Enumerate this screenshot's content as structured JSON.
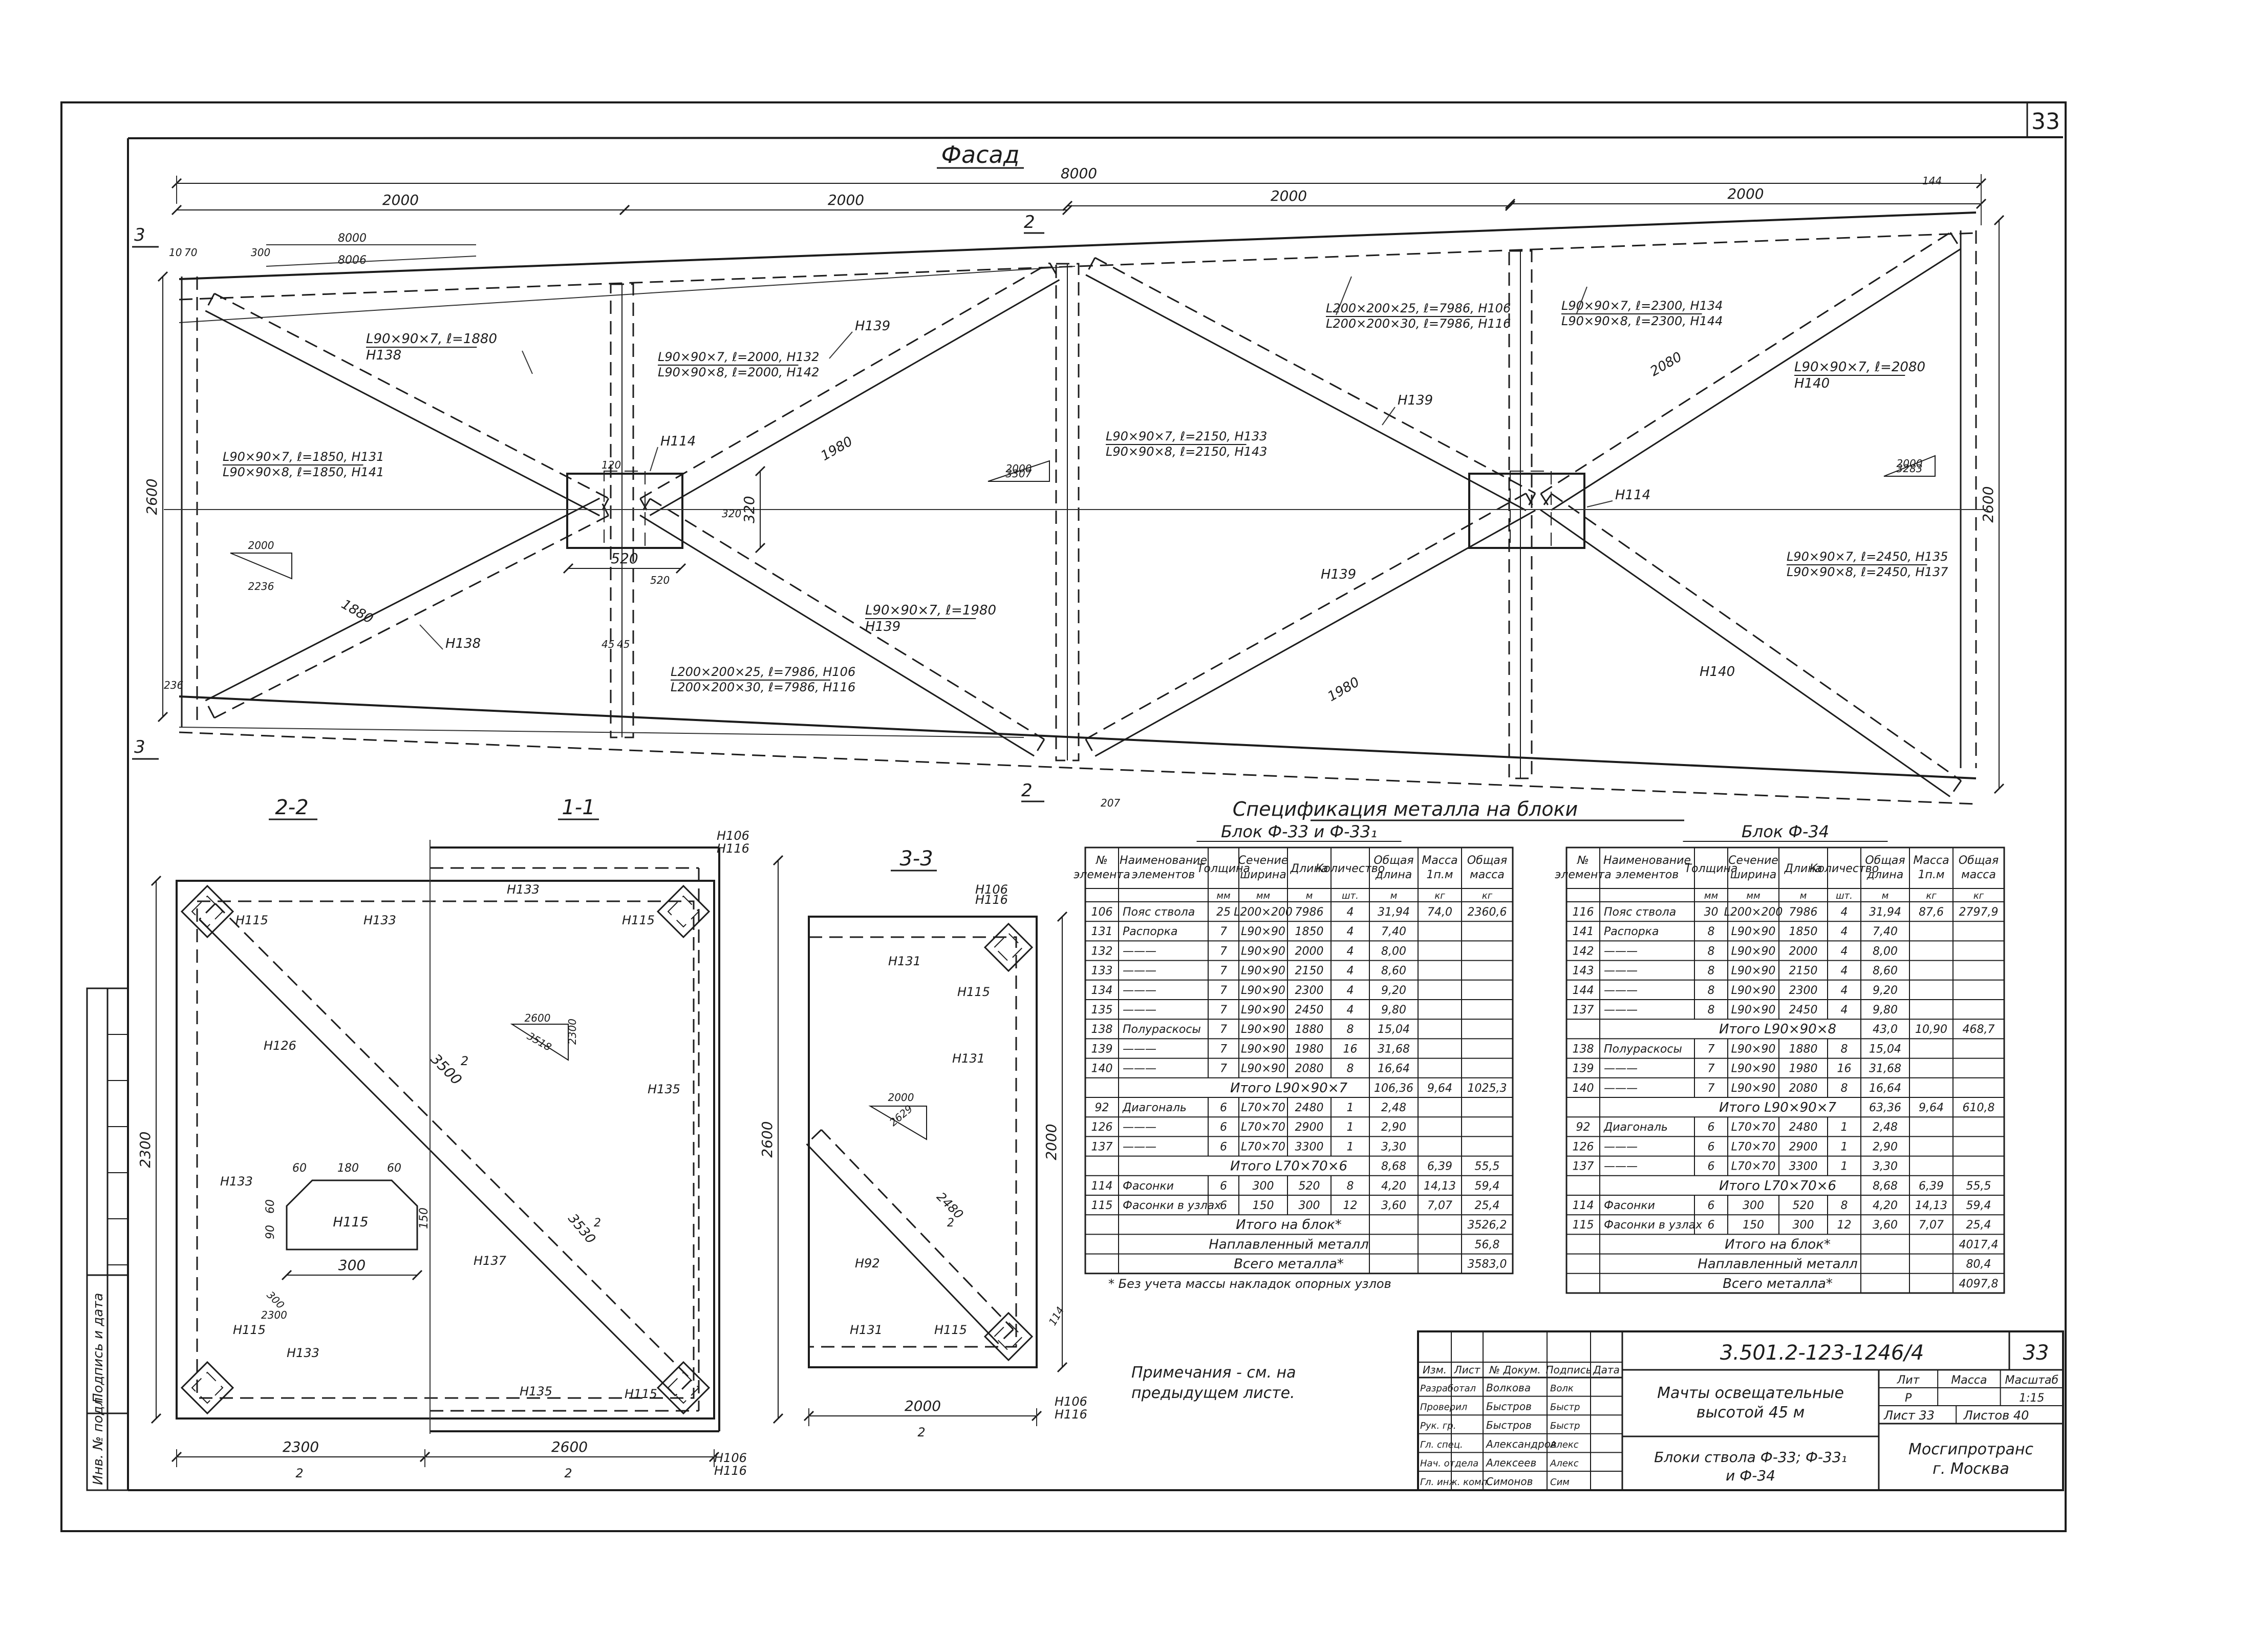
{
  "sheet": {
    "number": "33"
  },
  "facade": {
    "title": "Фасад",
    "total_width": "8000",
    "segments": [
      "2000",
      "2000",
      "2000",
      "2000"
    ],
    "height": "2600",
    "section_marks": [
      "2",
      "3"
    ],
    "top_offsets": [
      "8000",
      "8006"
    ],
    "small_dims": [
      "10",
      "70",
      "120",
      "320",
      "520",
      "236",
      "207",
      "45",
      "45",
      "144",
      "300"
    ],
    "callouts": {
      "chord_top": [
        "L200×200×25, ℓ=7986, Н106",
        "L200×200×30, ℓ=7986, Н116"
      ],
      "chord_bottom": [
        "L200×200×25, ℓ=7986, Н106",
        "L200×200×30, ℓ=7986, Н116"
      ],
      "p138": [
        "L90×90×7, ℓ=1880",
        "Н138"
      ],
      "p132": [
        "L90×90×7, ℓ=2000, Н132",
        "L90×90×8, ℓ=2000, Н142"
      ],
      "p131": [
        "L90×90×7, ℓ=1850, Н131",
        "L90×90×8, ℓ=1850, Н141"
      ],
      "p133": [
        "L90×90×7, ℓ=2150, Н133",
        "L90×90×8, ℓ=2150, Н143"
      ],
      "p139": [
        "L90×90×7, ℓ=1980",
        "Н139"
      ],
      "p134": [
        "L90×90×7, ℓ=2300, Н134",
        "L90×90×8, ℓ=2300, Н144"
      ],
      "p140": [
        "L90×90×7, ℓ=2080",
        "Н140"
      ],
      "p135": [
        "L90×90×7, ℓ=2450, Н135",
        "L90×90×8, ℓ=2450, Н137"
      ]
    },
    "labels": [
      "Н114",
      "Н114",
      "Н139",
      "Н139",
      "Н139",
      "Н138",
      "Н140"
    ],
    "diag_lengths": [
      "1880",
      "1980",
      "1980",
      "2080"
    ],
    "slopes": [
      [
        "2000",
        "2236"
      ],
      [
        "3307",
        "2000"
      ],
      [
        "3283",
        "2000"
      ]
    ],
    "node_dims": [
      "520",
      "320",
      "120"
    ]
  },
  "sections": {
    "s22": {
      "title": "2-2",
      "labels": [
        "Н106",
        "Н116",
        "Н115",
        "Н133",
        "Н126",
        "Н133",
        "Н115",
        "Н133",
        "Н135",
        "Н106",
        "Н116",
        "Н115"
      ],
      "dims": [
        "2300",
        "2300",
        "2",
        "2600",
        "2"
      ],
      "diag": [
        "3500",
        "2"
      ],
      "gusset": {
        "title": "Н115",
        "top": [
          "60",
          "180",
          "60"
        ],
        "side": [
          "90",
          "60",
          "150"
        ],
        "bottom": "300",
        "misc": [
          "300",
          "2300"
        ]
      },
      "slope": [
        "2600",
        "3518",
        "2300"
      ]
    },
    "s11": {
      "title": "1-1",
      "labels": [
        "Н133",
        "Н135",
        "Н137",
        "Н115"
      ],
      "dims": [
        "2600"
      ],
      "diag": [
        "3530",
        "2"
      ]
    },
    "s33": {
      "title": "3-3",
      "labels": [
        "Н106",
        "Н116",
        "Н131",
        "Н115",
        "Н131",
        "Н92",
        "Н131",
        "Н115",
        "Н106",
        "Н116"
      ],
      "dims": [
        "2000",
        "2000",
        "2"
      ],
      "diag": [
        "2480",
        "2"
      ],
      "slope": [
        "2000",
        "2629"
      ],
      "misc": [
        "114"
      ]
    }
  },
  "spec": {
    "title": "Спецификация металла на блоки",
    "note": "* Без учета массы накладок опорных узлов",
    "table1": {
      "title": "Блок Ф-33 и Ф-33₁",
      "header": [
        "№ элемента",
        "Наименование элементов",
        "Толщина",
        "Сечение ширина",
        "Длина",
        "Количество",
        "Общая длина",
        "Масса 1п.м",
        "Общая масса"
      ],
      "units": [
        "",
        "",
        "мм",
        "мм",
        "м",
        "шт.",
        "м",
        "кг",
        "кг"
      ],
      "rows": [
        [
          "106",
          "Пояс ствола",
          "25",
          "L200×200",
          "7986",
          "4",
          "31,94",
          "74,0",
          "2360,6"
        ],
        [
          "131",
          "Распорка",
          "7",
          "L90×90",
          "1850",
          "4",
          "7,40",
          "",
          ""
        ],
        [
          "132",
          "———",
          "7",
          "L90×90",
          "2000",
          "4",
          "8,00",
          "",
          ""
        ],
        [
          "133",
          "———",
          "7",
          "L90×90",
          "2150",
          "4",
          "8,60",
          "",
          ""
        ],
        [
          "134",
          "———",
          "7",
          "L90×90",
          "2300",
          "4",
          "9,20",
          "",
          ""
        ],
        [
          "135",
          "———",
          "7",
          "L90×90",
          "2450",
          "4",
          "9,80",
          "",
          ""
        ],
        [
          "138",
          "Полураскосы",
          "7",
          "L90×90",
          "1880",
          "8",
          "15,04",
          "",
          ""
        ],
        [
          "139",
          "———",
          "7",
          "L90×90",
          "1980",
          "16",
          "31,68",
          "",
          ""
        ],
        [
          "140",
          "———",
          "7",
          "L90×90",
          "2080",
          "8",
          "16,64",
          "",
          ""
        ],
        [
          "",
          "Итого L90×90×7",
          "",
          "",
          "",
          "",
          "106,36",
          "9,64",
          "1025,3"
        ],
        [
          "92",
          "Диагональ",
          "6",
          "L70×70",
          "2480",
          "1",
          "2,48",
          "",
          ""
        ],
        [
          "126",
          "———",
          "6",
          "L70×70",
          "2900",
          "1",
          "2,90",
          "",
          ""
        ],
        [
          "137",
          "———",
          "6",
          "L70×70",
          "3300",
          "1",
          "3,30",
          "",
          ""
        ],
        [
          "",
          "Итого L70×70×6",
          "",
          "",
          "",
          "",
          "8,68",
          "6,39",
          "55,5"
        ],
        [
          "114",
          "Фасонки",
          "6",
          "300",
          "520",
          "8",
          "4,20",
          "14,13",
          "59,4"
        ],
        [
          "115",
          "Фасонки в узлах",
          "6",
          "150",
          "300",
          "12",
          "3,60",
          "7,07",
          "25,4"
        ],
        [
          "",
          "Итого на блок*",
          "",
          "",
          "",
          "",
          "",
          "",
          "3526,2"
        ],
        [
          "",
          "Наплавленный металл",
          "",
          "",
          "",
          "",
          "",
          "",
          "56,8"
        ],
        [
          "",
          "Всего металла*",
          "",
          "",
          "",
          "",
          "",
          "",
          "3583,0"
        ]
      ]
    },
    "table2": {
      "title": "Блок Ф-34",
      "header": [
        "№ элемента",
        "Наименование элементов",
        "Толщина",
        "Сечение ширина",
        "Длина",
        "Количество",
        "Общая длина",
        "Масса 1п.м",
        "Общая масса"
      ],
      "units": [
        "",
        "",
        "мм",
        "мм",
        "м",
        "шт.",
        "м",
        "кг",
        "кг"
      ],
      "rows": [
        [
          "116",
          "Пояс ствола",
          "30",
          "L200×200",
          "7986",
          "4",
          "31,94",
          "87,6",
          "2797,9"
        ],
        [
          "141",
          "Распорка",
          "8",
          "L90×90",
          "1850",
          "4",
          "7,40",
          "",
          ""
        ],
        [
          "142",
          "———",
          "8",
          "L90×90",
          "2000",
          "4",
          "8,00",
          "",
          ""
        ],
        [
          "143",
          "———",
          "8",
          "L90×90",
          "2150",
          "4",
          "8,60",
          "",
          ""
        ],
        [
          "144",
          "———",
          "8",
          "L90×90",
          "2300",
          "4",
          "9,20",
          "",
          ""
        ],
        [
          "137",
          "———",
          "8",
          "L90×90",
          "2450",
          "4",
          "9,80",
          "",
          ""
        ],
        [
          "",
          "Итого L90×90×8",
          "",
          "",
          "",
          "",
          "43,0",
          "10,90",
          "468,7"
        ],
        [
          "138",
          "Полураскосы",
          "7",
          "L90×90",
          "1880",
          "8",
          "15,04",
          "",
          ""
        ],
        [
          "139",
          "———",
          "7",
          "L90×90",
          "1980",
          "16",
          "31,68",
          "",
          ""
        ],
        [
          "140",
          "———",
          "7",
          "L90×90",
          "2080",
          "8",
          "16,64",
          "",
          ""
        ],
        [
          "",
          "Итого L90×90×7",
          "",
          "",
          "",
          "",
          "63,36",
          "9,64",
          "610,8"
        ],
        [
          "92",
          "Диагональ",
          "6",
          "L70×70",
          "2480",
          "1",
          "2,48",
          "",
          ""
        ],
        [
          "126",
          "———",
          "6",
          "L70×70",
          "2900",
          "1",
          "2,90",
          "",
          ""
        ],
        [
          "137",
          "———",
          "6",
          "L70×70",
          "3300",
          "1",
          "3,30",
          "",
          ""
        ],
        [
          "",
          "Итого L70×70×6",
          "",
          "",
          "",
          "",
          "8,68",
          "6,39",
          "55,5"
        ],
        [
          "114",
          "Фасонки",
          "6",
          "300",
          "520",
          "8",
          "4,20",
          "14,13",
          "59,4"
        ],
        [
          "115",
          "Фасонки в узлах",
          "6",
          "150",
          "300",
          "12",
          "3,60",
          "7,07",
          "25,4"
        ],
        [
          "",
          "Итого на блок*",
          "",
          "",
          "",
          "",
          "",
          "",
          "4017,4"
        ],
        [
          "",
          "Наплавленный металл",
          "",
          "",
          "",
          "",
          "",
          "",
          "80,4"
        ],
        [
          "",
          "Всего металла*",
          "",
          "",
          "",
          "",
          "",
          "",
          "4097,8"
        ]
      ]
    }
  },
  "notes_text": [
    "Примечания - см. на",
    "предыдущем листе."
  ],
  "side_stamp": [
    "Инв. № подл.",
    "Подпись и дата"
  ],
  "title_block": {
    "code": "3.501.2-123-1246/4",
    "sheet_no": "33",
    "name_lines": [
      "Мачты освещательные",
      "высотой 45 м"
    ],
    "block_lines": [
      "Блоки ствола Ф-33; Ф-33₁",
      "и Ф-34"
    ],
    "org_lines": [
      "Мосгипротранс",
      "г. Москва"
    ],
    "meta_heads": [
      "Лит",
      "Масса",
      "Масштаб"
    ],
    "meta_vals": [
      "Р",
      "",
      "1:15"
    ],
    "sheet_label": "Лист 33",
    "sheets_label": "Листов 40",
    "sig_header": [
      "Изм.",
      "Лист",
      "№ Докум.",
      "Подпись",
      "Дата"
    ],
    "signers": [
      [
        "Разработал",
        "Волкова",
        "Волк"
      ],
      [
        "Проверил",
        "Быстров",
        "Быстр"
      ],
      [
        "Рук. гр.",
        "Быстров",
        "Быстр"
      ],
      [
        "Гл. спец.",
        "Александров",
        "Алекс"
      ],
      [
        "Нач. отдела",
        "Алексеев",
        "Алекс"
      ],
      [
        "Гл. инж. комп.",
        "Симонов",
        "Сим"
      ]
    ]
  }
}
